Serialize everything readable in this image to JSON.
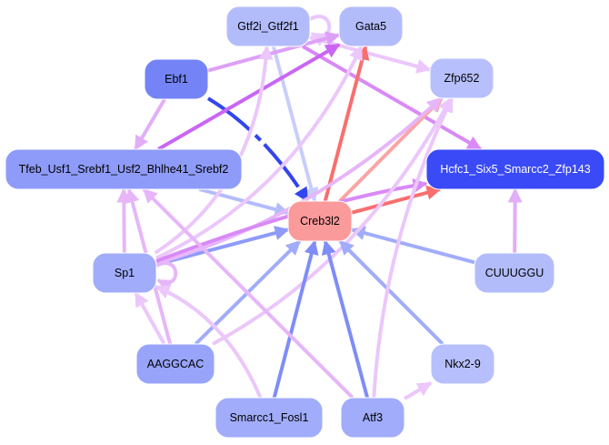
{
  "graph": {
    "nodes": [
      {
        "id": "gtf2i",
        "label": "Gtf2i_Gtf2f1",
        "fill": "#b3bcfb",
        "text": "#000000"
      },
      {
        "id": "gata5",
        "label": "Gata5",
        "fill": "#b3bcfb",
        "text": "#000000"
      },
      {
        "id": "ebf1",
        "label": "Ebf1",
        "fill": "#7484f7",
        "text": "#000000"
      },
      {
        "id": "zfp652",
        "label": "Zfp652",
        "fill": "#b7c0fc",
        "text": "#000000"
      },
      {
        "id": "tfeb",
        "label": "Tfeb_Usf1_Srebf1_Usf2_Bhlhe41_Srebf2",
        "fill": "#8e9bf9",
        "text": "#000000"
      },
      {
        "id": "hcfc1",
        "label": "Hcfc1_Six5_Smarcc2_Zfp143",
        "fill": "#3a4af7",
        "text": "#ffffff"
      },
      {
        "id": "creb3l2",
        "label": "Creb3l2",
        "fill": "#fb9a9a",
        "text": "#000000"
      },
      {
        "id": "sp1",
        "label": "Sp1",
        "fill": "#a1acfa",
        "text": "#000000"
      },
      {
        "id": "cuuuggu",
        "label": "CUUUGGU",
        "fill": "#b3bcfb",
        "text": "#000000"
      },
      {
        "id": "aaggcac",
        "label": "AAGGCAC",
        "fill": "#98a4fa",
        "text": "#000000"
      },
      {
        "id": "nkx29",
        "label": "Nkx2-9",
        "fill": "#b7c0fc",
        "text": "#000000"
      },
      {
        "id": "smarcc1",
        "label": "Smarcc1_Fosl1",
        "fill": "#a1acfa",
        "text": "#000000"
      },
      {
        "id": "atf3",
        "label": "Atf3",
        "fill": "#a1acfa",
        "text": "#000000"
      }
    ],
    "edges": [
      {
        "from": "gtf2i",
        "to": "gtf2i",
        "color": "#ebc7fb",
        "type": "loop"
      },
      {
        "from": "gtf2i",
        "to": "zfp652",
        "color": "#ebc7fb"
      },
      {
        "from": "gtf2i",
        "to": "hcfc1",
        "color": "#d98af6"
      },
      {
        "from": "gtf2i",
        "to": "creb3l2",
        "color": "#c8cdfb"
      },
      {
        "from": "ebf1",
        "to": "gata5",
        "color": "#dda0f7"
      },
      {
        "from": "ebf1",
        "to": "tfeb",
        "color": "#e2aef8"
      },
      {
        "from": "ebf1",
        "to": "creb3l2",
        "color": "#3345ee",
        "dashed": true
      },
      {
        "from": "tfeb",
        "to": "gata5",
        "color": "#c966f3"
      },
      {
        "from": "tfeb",
        "to": "creb3l2",
        "color": "#b3bcfb"
      },
      {
        "from": "creb3l2",
        "to": "gata5",
        "color": "#fa6e6e"
      },
      {
        "from": "creb3l2",
        "to": "zfp652",
        "color": "#fca4a4"
      },
      {
        "from": "creb3l2",
        "to": "hcfc1",
        "color": "#fa6e6e"
      },
      {
        "from": "sp1",
        "to": "tfeb",
        "color": "#e6b6f9"
      },
      {
        "from": "sp1",
        "to": "creb3l2",
        "color": "#8e9bf9"
      },
      {
        "from": "sp1",
        "to": "sp1",
        "color": "#e6b6f9",
        "type": "loop"
      },
      {
        "from": "sp1",
        "to": "gata5",
        "color": "#ebc7fb"
      },
      {
        "from": "sp1",
        "to": "zfp652",
        "color": "#e6b6f9"
      },
      {
        "from": "sp1",
        "to": "hcfc1",
        "color": "#d98af6"
      },
      {
        "from": "sp1",
        "to": "gtf2i",
        "color": "#ebc7fb"
      },
      {
        "from": "cuuuggu",
        "to": "creb3l2",
        "color": "#a1acfa"
      },
      {
        "from": "cuuuggu",
        "to": "hcfc1",
        "color": "#e2aef8"
      },
      {
        "from": "aaggcac",
        "to": "sp1",
        "color": "#ebc7fb"
      },
      {
        "from": "aaggcac",
        "to": "tfeb",
        "color": "#e6b6f9"
      },
      {
        "from": "aaggcac",
        "to": "creb3l2",
        "color": "#a1acfa"
      },
      {
        "from": "aaggcac",
        "to": "zfp652",
        "color": "#ebc7fb"
      },
      {
        "from": "nkx29",
        "to": "creb3l2",
        "color": "#a1acfa"
      },
      {
        "from": "smarcc1",
        "to": "creb3l2",
        "color": "#7f8df8"
      },
      {
        "from": "smarcc1",
        "to": "sp1",
        "color": "#ebc7fb"
      },
      {
        "from": "atf3",
        "to": "creb3l2",
        "color": "#7f8df8"
      },
      {
        "from": "atf3",
        "to": "tfeb",
        "color": "#e6b6f9"
      },
      {
        "from": "atf3",
        "to": "nkx29",
        "color": "#ebc7fb"
      },
      {
        "from": "atf3",
        "to": "zfp652",
        "color": "#ebc7fb"
      }
    ]
  }
}
